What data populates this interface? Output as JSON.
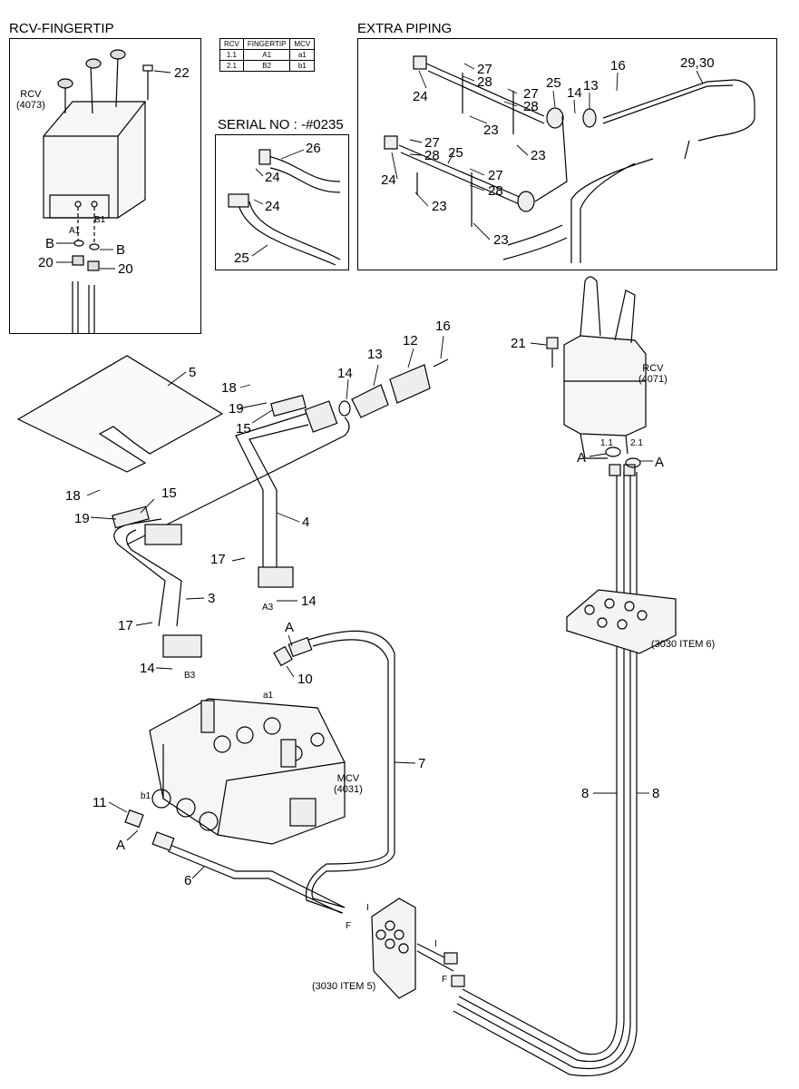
{
  "sections": {
    "rcv_fingertip": "RCV-FINGERTIP",
    "extra_piping": "EXTRA PIPING",
    "serial": "SERIAL NO : -#0235"
  },
  "table": {
    "headers": [
      "RCV",
      "FINGERTIP",
      "MCV"
    ],
    "rows": [
      [
        "1.1",
        "A1",
        "a1"
      ],
      [
        "2.1",
        "B2",
        "b1"
      ]
    ]
  },
  "components": {
    "rcv_4073": "RCV\n(4073)",
    "rcv_4071": "RCV\n(4071)",
    "mcv_4031": "MCV\n(4031)",
    "item6": "(3030 ITEM 6)",
    "item5": "(3030 ITEM 5)"
  },
  "callouts": {
    "n22": "22",
    "b1": "B",
    "b2": "B",
    "n20a": "20",
    "n20b": "20",
    "n26": "26",
    "n24s1": "24",
    "n24s2": "24",
    "n25s": "25",
    "n27a": "27",
    "n28a": "28",
    "n27b": "27",
    "n28b": "28",
    "n24e1": "24",
    "n25e1": "25",
    "n14e": "14",
    "n13e": "13",
    "n16e": "16",
    "n2930": "29,30",
    "n23a": "23",
    "n23b": "23",
    "n27c": "27",
    "n28c": "28",
    "n24e2": "24",
    "n25e2": "25",
    "n27d": "27",
    "n28d": "28",
    "n23c": "23",
    "n23d": "23",
    "n5": "5",
    "n18a": "18",
    "n19a": "19",
    "n15a": "15",
    "n14a": "14",
    "n13": "13",
    "n12": "12",
    "n16": "16",
    "n18b": "18",
    "n15b": "15",
    "n19b": "19",
    "n4": "4",
    "n17a": "17",
    "n14b": "14",
    "n3": "3",
    "n17b": "17",
    "nA1": "A",
    "n10": "10",
    "n14c": "14",
    "n7": "7",
    "n11": "11",
    "nA2": "A",
    "n6": "6",
    "n21": "21",
    "nA3": "A",
    "nA4": "A",
    "n8a": "8",
    "n8b": "8"
  },
  "small_marks": {
    "A1": "A1",
    "B1": "B1",
    "A3": "A3",
    "B3": "B3",
    "a1": "a1",
    "b1": "b1",
    "p11": "1.1",
    "p21": "2.1",
    "I1": "I",
    "F1": "F",
    "I2": "I",
    "F2": "F"
  }
}
